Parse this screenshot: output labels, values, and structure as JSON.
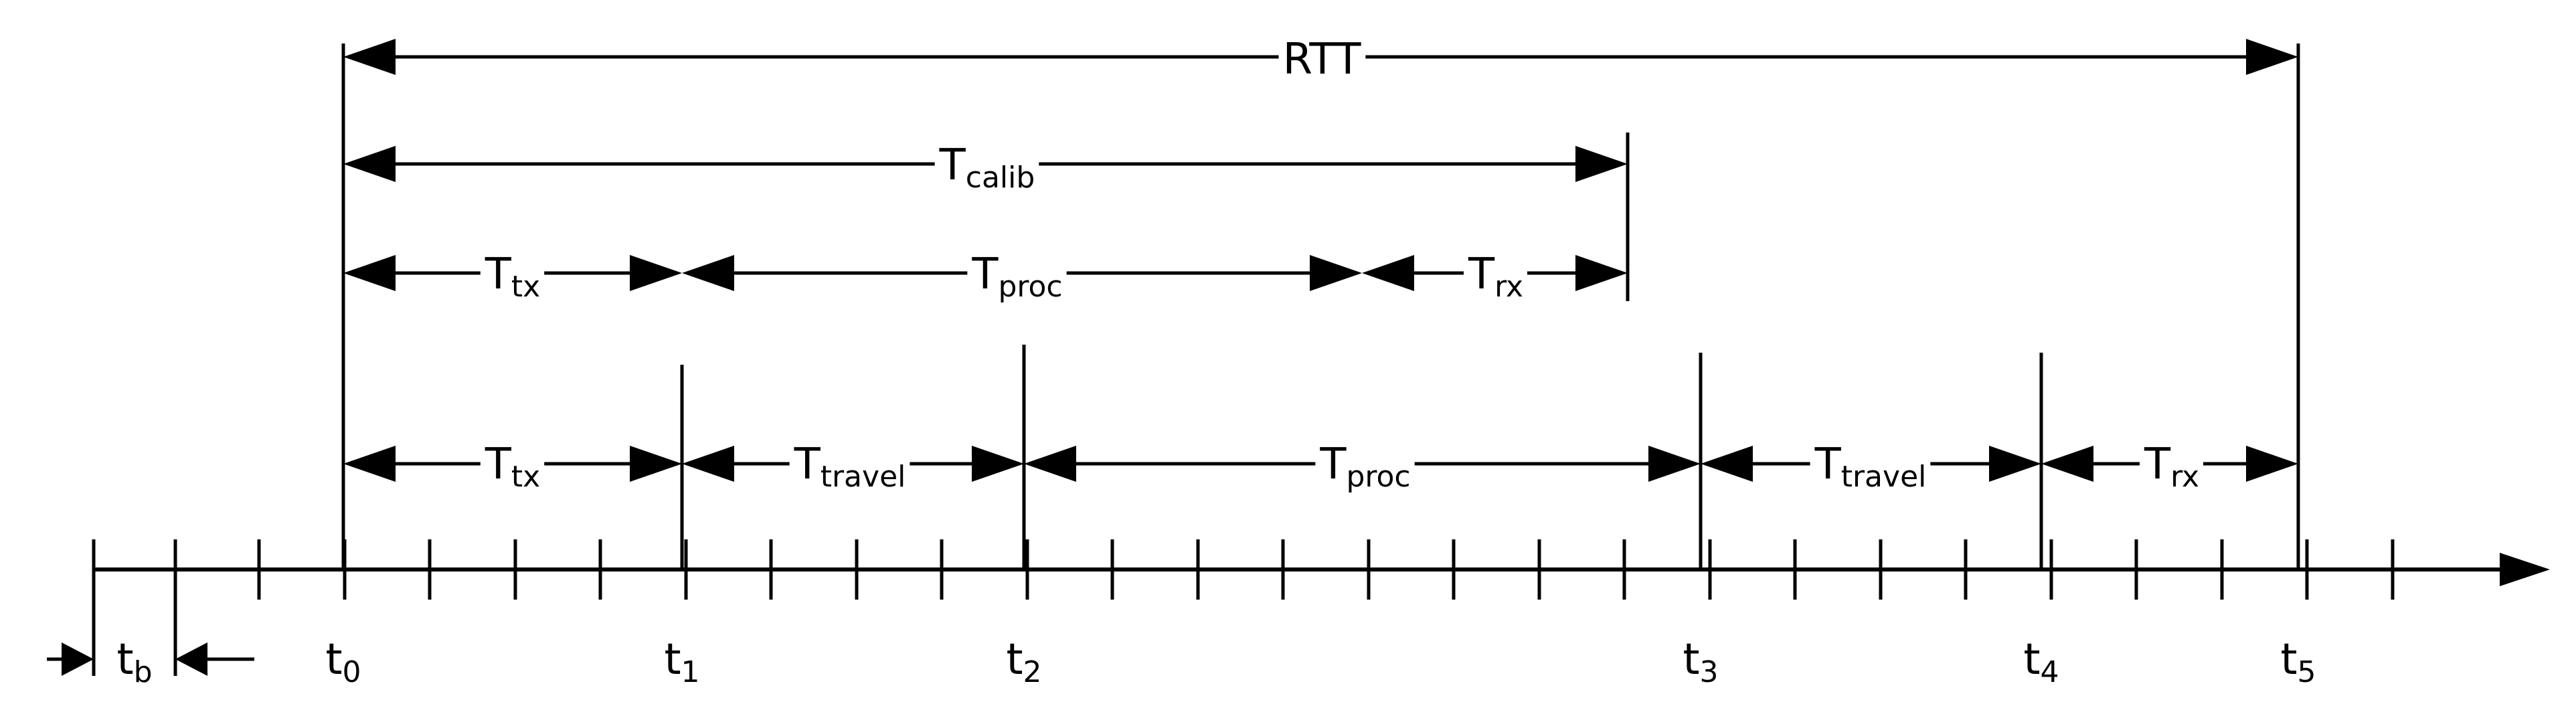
{
  "diagram": {
    "rtt": {
      "main": "RTT",
      "sub": ""
    },
    "calib": {
      "main": "T",
      "sub": "calib"
    },
    "row2": [
      {
        "main": "T",
        "sub": "tx"
      },
      {
        "main": "T",
        "sub": "proc"
      },
      {
        "main": "T",
        "sub": "rx"
      }
    ],
    "row3": [
      {
        "main": "T",
        "sub": "tx"
      },
      {
        "main": "T",
        "sub": "travel"
      },
      {
        "main": "T",
        "sub": "proc"
      },
      {
        "main": "T",
        "sub": "travel"
      },
      {
        "main": "T",
        "sub": "rx"
      }
    ],
    "tb": {
      "main": "t",
      "sub": "b"
    },
    "times": [
      {
        "main": "t",
        "sub": "0"
      },
      {
        "main": "t",
        "sub": "1"
      },
      {
        "main": "t",
        "sub": "2"
      },
      {
        "main": "t",
        "sub": "3"
      },
      {
        "main": "t",
        "sub": "4"
      },
      {
        "main": "t",
        "sub": "5"
      }
    ]
  }
}
